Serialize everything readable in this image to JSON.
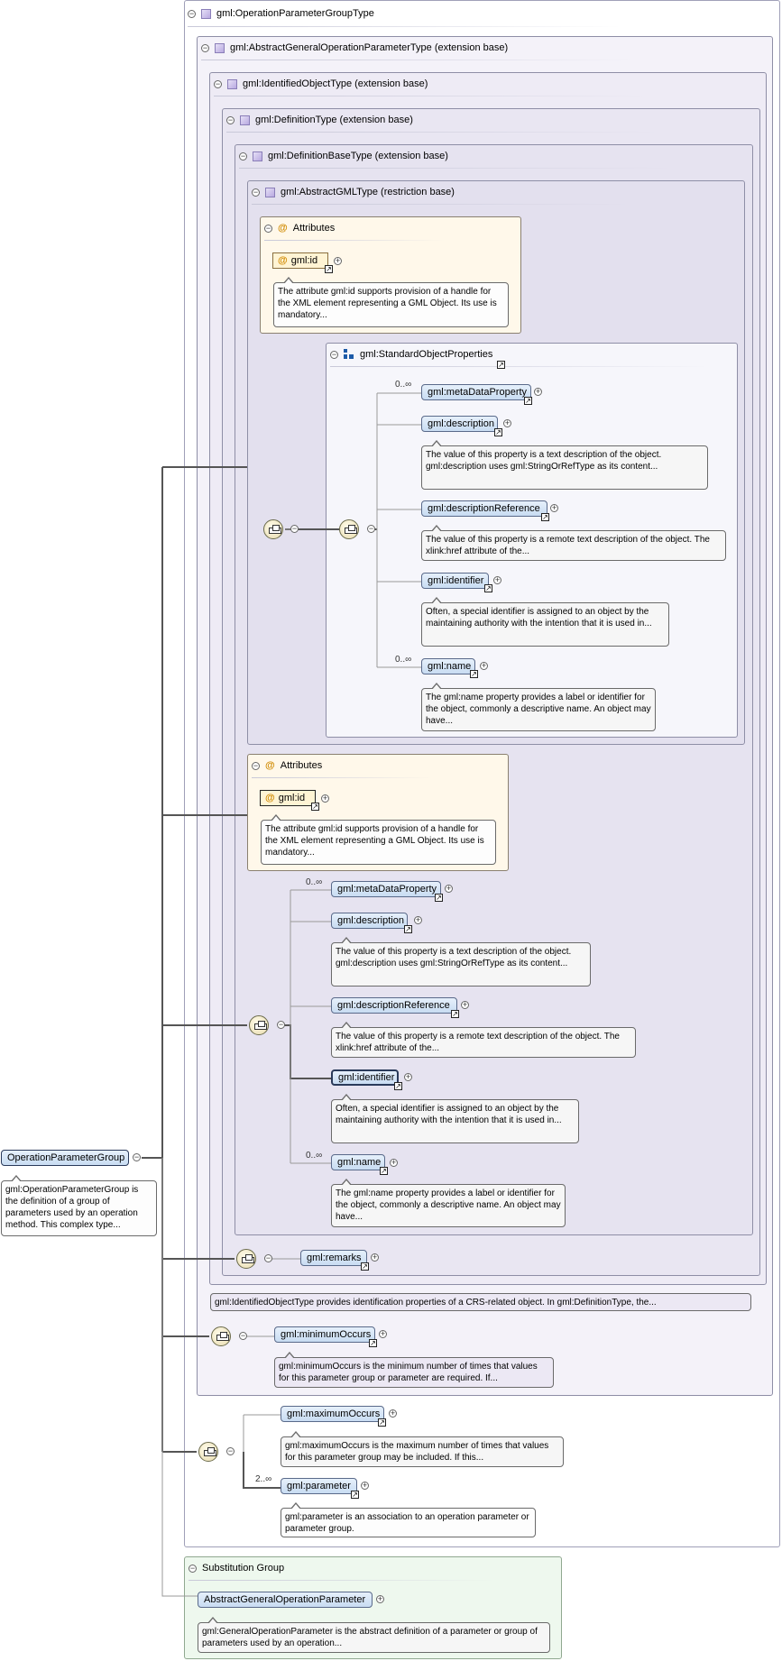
{
  "root": {
    "name": "OperationParameterGroup",
    "doc": "gml:OperationParameterGroup is the definition of a group of parameters used by an operation method. This complex type..."
  },
  "types": {
    "operation_parameter_group_type": "gml:OperationParameterGroupType",
    "abstract_general_operation_parameter_type": "gml:AbstractGeneralOperationParameterType (extension base)",
    "identified_object_type": "gml:IdentifiedObjectType (extension base)",
    "definition_type": "gml:DefinitionType (extension base)",
    "definition_base_type": "gml:DefinitionBaseType (extension base)",
    "abstract_gml_type": "gml:AbstractGMLType (restriction base)"
  },
  "attributes_label": "Attributes",
  "gml_id": {
    "name": "gml:id",
    "doc": "The attribute gml:id supports provision of a handle for the XML element representing a GML Object. Its use is mandatory..."
  },
  "standard_object_properties": "gml:StandardObjectProperties",
  "cardinality": {
    "zero_many": "0..∞",
    "two_many": "2..∞"
  },
  "elements": {
    "meta_data_property": "gml:metaDataProperty",
    "description": "gml:description",
    "description_doc": "The value of this property is a text description of the object. gml:description uses gml:StringOrRefType as its content...",
    "description_reference": "gml:descriptionReference",
    "description_reference_doc": "The value of this property is a remote text description of the object. The xlink:href attribute of the...",
    "identifier": "gml:identifier",
    "identifier_doc": "Often, a special identifier is assigned to an object by the maintaining authority with the intention that it is used in...",
    "name": "gml:name",
    "name_doc": "The gml:name property provides a label or identifier for the object, commonly a descriptive name. An object may have...",
    "remarks": "gml:remarks",
    "minimum_occurs": "gml:minimumOccurs",
    "minimum_occurs_doc": "gml:minimumOccurs is the minimum number of times that values for this parameter group or parameter are required. If...",
    "maximum_occurs": "gml:maximumOccurs",
    "maximum_occurs_doc": "gml:maximumOccurs is the maximum number of times that values for this parameter group may be included. If this...",
    "parameter": "gml:parameter",
    "parameter_doc": "gml:parameter is an association to an operation parameter or parameter group."
  },
  "identified_object_doc": "gml:IdentifiedObjectType provides identification properties of a CRS-related object. In gml:DefinitionType, the...",
  "substitution": {
    "label": "Substitution Group",
    "element": "AbstractGeneralOperationParameter",
    "doc": "gml:GeneralOperationParameter is the abstract definition of a parameter or group of parameters used by an operation..."
  },
  "colors": {
    "type_bg": "#ece8f4",
    "attr_bg": "#fff8ea",
    "substitution_bg": "#eef8ee",
    "element_bg": "#c8dcf2"
  }
}
